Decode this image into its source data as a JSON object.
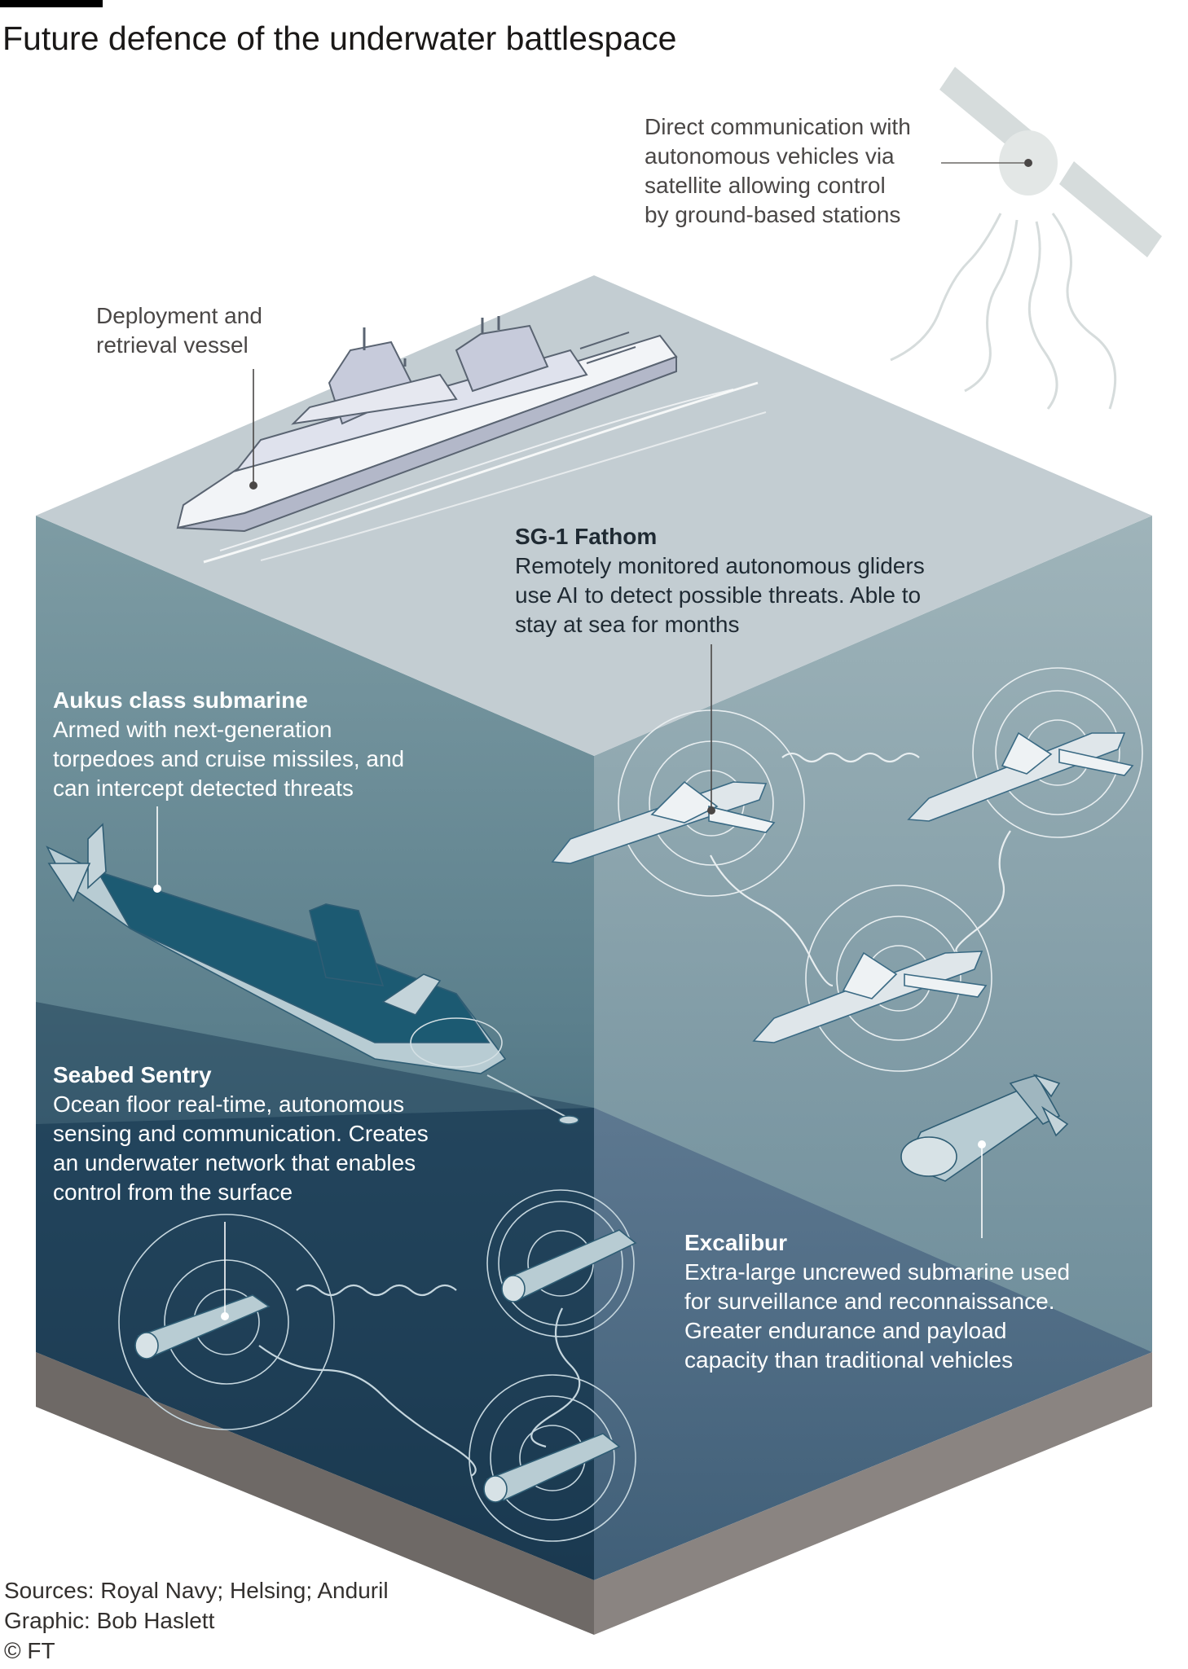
{
  "title": "Future defence of the underwater battlespace",
  "labels": {
    "satellite": [
      "Direct communication with",
      "autonomous vehicles via",
      "satellite allowing control",
      "by ground-based stations"
    ],
    "vessel": [
      "Deployment and",
      "retrieval vessel"
    ],
    "fathom": {
      "heading": "SG-1 Fathom",
      "lines": [
        "Remotely monitored autonomous gliders",
        "use AI to detect possible threats. Able to",
        "stay at sea for months"
      ]
    },
    "aukus": {
      "heading": "Aukus class submarine",
      "lines": [
        "Armed with next-generation",
        "torpedoes and cruise missiles, and",
        "can intercept detected threats"
      ]
    },
    "sentry": {
      "heading": "Seabed Sentry",
      "lines": [
        "Ocean floor real-time, autonomous",
        "sensing and communication. Creates",
        "an underwater network that enables",
        "control from the surface"
      ]
    },
    "excalibur": {
      "heading": "Excalibur",
      "lines": [
        "Extra-large uncrewed submarine used",
        "for surveillance and reconnaissance.",
        "Greater endurance and payload",
        "capacity than traditional vehicles"
      ]
    }
  },
  "footer": {
    "sources": "Sources: Royal Navy; Helsing; Anduril",
    "graphic": "Graphic: Bob Haslett",
    "copyright": "© FT"
  },
  "colors": {
    "surface": "#c3cdd2",
    "left_face_top": "#7a98a0",
    "right_face": "#8fa7af",
    "deep_left": "#183a52",
    "deep_right": "#4d6d85",
    "seabed_left": "#6e6966",
    "seabed_right": "#8a8481"
  }
}
